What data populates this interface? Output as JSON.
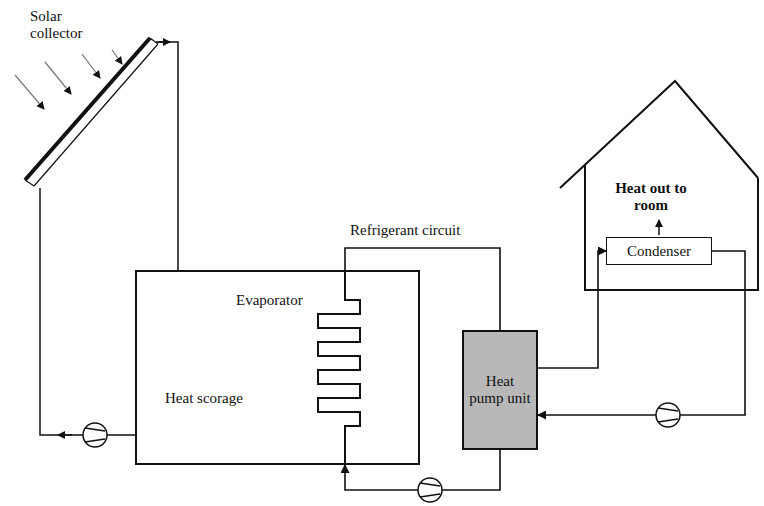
{
  "diagram": {
    "nodes": [
      {
        "text": [
          "Heat scorage"
        ]
      },
      {
        "text": [
          "Heat pump unit"
        ]
      },
      {
        "text": [
          "Heat out to room"
        ]
      },
      {
        "text": [
          "Condenser"
        ],
        "in": 2
      }
    ],
    "edges": [
      {
        "from": 1,
        "to": 0,
        "arrow": "to"
      },
      {
        "from": 0,
        "to": 1,
        "arrow": "none"
      },
      {
        "from": 1,
        "to": 3,
        "arrow": "to"
      },
      {
        "from": 3,
        "to": 1,
        "arrow": "to"
      }
    ],
    "labels": [
      "Solar collector",
      "Evaporator",
      "Refrigerant circuit"
    ]
  }
}
